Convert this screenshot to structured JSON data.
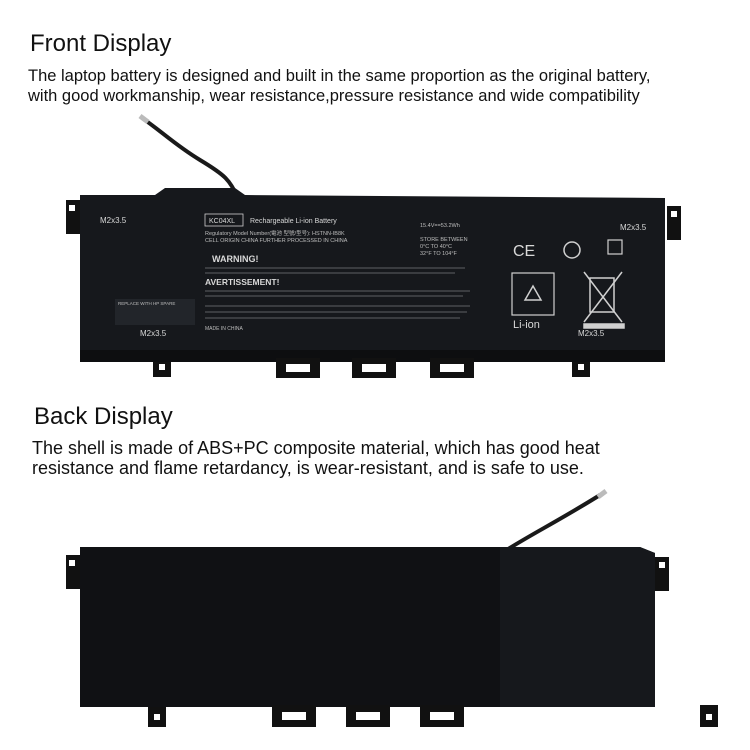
{
  "front": {
    "title": "Front Display",
    "line1": "The laptop battery is designed and built in the same proportion as the original battery,",
    "line2": "with good workmanship, wear resistance,pressure resistance and wide compatibility"
  },
  "back": {
    "title": "Back Display",
    "line1": "The shell is made of ABS+PC composite material, which has good heat",
    "line2": "resistance and flame retardancy, is wear-resistant, and is safe to use."
  },
  "label": {
    "model_box": "KC04XL",
    "product": "Rechargeable Li-ion Battery",
    "regulatory": "Regulatory Model Number(電池 型號/型号): HSTNN-IB8K",
    "origin": "CELL ORIGIN CHINA FURTHER PROCESSED IN CHINA",
    "warning": "WARNING!",
    "avertissement": "AVERTISSEMENT!",
    "made_in": "MADE IN CHINA",
    "replace": "REPLACE WITH HP SPARE",
    "spec1": "15.4V==53.2Wh",
    "spec2": "STORE BETWEEN",
    "spec3": "0°C TO 40°C",
    "spec4": "32°F TO 104°F",
    "screw_left": "M2x3.5",
    "screw_right": "M2x3.5",
    "screw_bottom": "M2x3.5",
    "li_ion": "Li-ion",
    "ce": "CE"
  }
}
